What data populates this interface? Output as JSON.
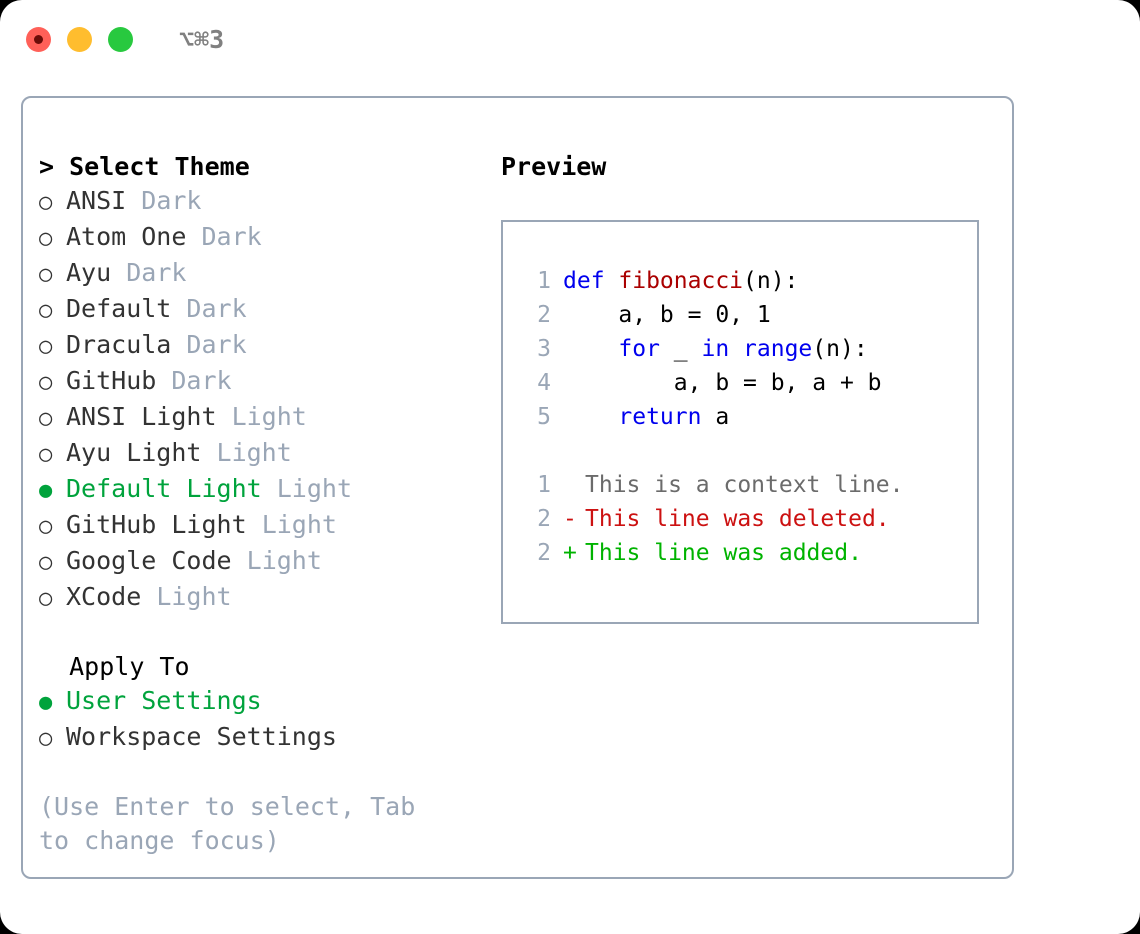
{
  "titlebar": {
    "dots": [
      "close-dot",
      "minimize-dot",
      "maximize-dot"
    ],
    "shortcut": "⌥⌘3"
  },
  "theme_section": {
    "prompt": ">",
    "header": "Select Theme",
    "focused": true,
    "items": [
      {
        "bullet": "○",
        "label": "ANSI",
        "suffix": "Dark",
        "selected": false
      },
      {
        "bullet": "○",
        "label": "Atom One",
        "suffix": "Dark",
        "selected": false
      },
      {
        "bullet": "○",
        "label": "Ayu",
        "suffix": "Dark",
        "selected": false
      },
      {
        "bullet": "○",
        "label": "Default",
        "suffix": "Dark",
        "selected": false
      },
      {
        "bullet": "○",
        "label": "Dracula",
        "suffix": "Dark",
        "selected": false
      },
      {
        "bullet": "○",
        "label": "GitHub",
        "suffix": "Dark",
        "selected": false
      },
      {
        "bullet": "○",
        "label": "ANSI Light",
        "suffix": "Light",
        "selected": false
      },
      {
        "bullet": "○",
        "label": "Ayu Light",
        "suffix": "Light",
        "selected": false
      },
      {
        "bullet": "●",
        "label": "Default Light",
        "suffix": "Light",
        "selected": true
      },
      {
        "bullet": "○",
        "label": "GitHub Light",
        "suffix": "Light",
        "selected": false
      },
      {
        "bullet": "○",
        "label": "Google Code",
        "suffix": "Light",
        "selected": false
      },
      {
        "bullet": "○",
        "label": "XCode",
        "suffix": "Light",
        "selected": false
      }
    ]
  },
  "apply_section": {
    "header": "Apply To",
    "focused": false,
    "items": [
      {
        "bullet": "●",
        "label": "User Settings",
        "selected": true
      },
      {
        "bullet": "○",
        "label": "Workspace Settings",
        "selected": false
      }
    ]
  },
  "hint": "(Use Enter to select, Tab to change focus)",
  "preview": {
    "title": "Preview",
    "code_lines": [
      {
        "num": "1",
        "tokens": [
          {
            "t": "def ",
            "c": "kw"
          },
          {
            "t": "fibonacci",
            "c": "fn"
          },
          {
            "t": "(n):",
            "c": "pl"
          }
        ]
      },
      {
        "num": "2",
        "tokens": [
          {
            "t": "    a, b = 0, 1",
            "c": "pl"
          }
        ]
      },
      {
        "num": "3",
        "tokens": [
          {
            "t": "    ",
            "c": "pl"
          },
          {
            "t": "for",
            "c": "kw"
          },
          {
            "t": " _ ",
            "c": "pl"
          },
          {
            "t": "in",
            "c": "kw"
          },
          {
            "t": " ",
            "c": "pl"
          },
          {
            "t": "range",
            "c": "kw"
          },
          {
            "t": "(n):",
            "c": "pl"
          }
        ]
      },
      {
        "num": "4",
        "tokens": [
          {
            "t": "        a, b = b, a + b",
            "c": "pl"
          }
        ]
      },
      {
        "num": "5",
        "tokens": [
          {
            "t": "    ",
            "c": "pl"
          },
          {
            "t": "return",
            "c": "kw"
          },
          {
            "t": " a",
            "c": "pl"
          }
        ]
      }
    ],
    "diff_lines": [
      {
        "num": "1",
        "mark": " ",
        "text": "This is a context line.",
        "kind": "ctx"
      },
      {
        "num": "2",
        "mark": "-",
        "text": "This line was deleted.",
        "kind": "del"
      },
      {
        "num": "2",
        "mark": "+",
        "text": "This line was added.",
        "kind": "add"
      }
    ]
  },
  "colors": {
    "accent_green": "#00a33c",
    "border": "#9aa6b6",
    "muted": "#9aa6b6",
    "keyword": "#0000ee",
    "function": "#aa0000",
    "diff_add": "#00b300",
    "diff_del": "#cc1111",
    "diff_ctx": "#6b6b6b"
  }
}
